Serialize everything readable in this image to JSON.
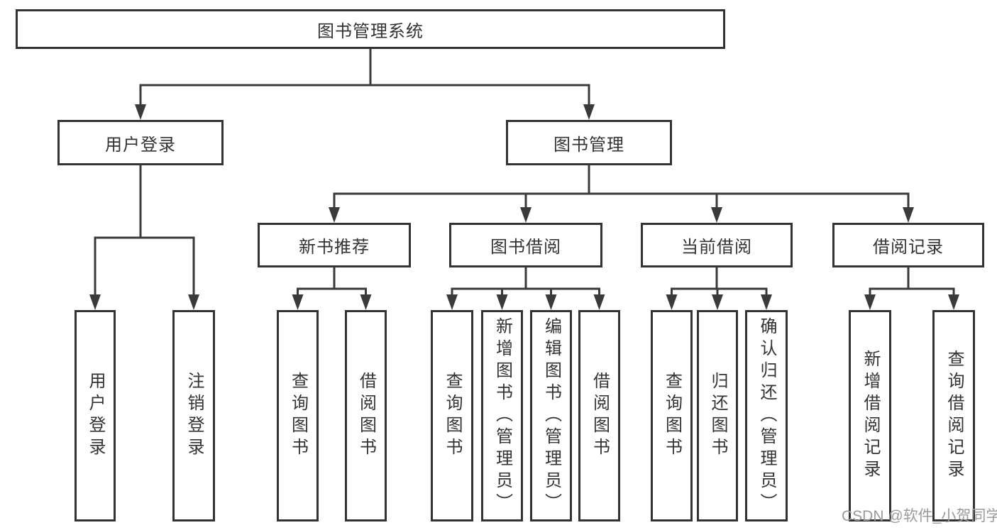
{
  "title": "图书管理系统",
  "level2": [
    {
      "label": "用户登录",
      "children": [
        "用户登录",
        "注销登录"
      ]
    },
    {
      "label": "图书管理"
    }
  ],
  "level3": [
    {
      "label": "新书推荐",
      "children": [
        "查询图书",
        "借阅图书"
      ]
    },
    {
      "label": "图书借阅",
      "children": [
        "查询图书",
        "新增图书（管理员）",
        "编辑图书（管理员）",
        "借阅图书"
      ]
    },
    {
      "label": "当前借阅",
      "children": [
        "查询图书",
        "归还图书",
        "确认归还（管理员）"
      ]
    },
    {
      "label": "借阅记录",
      "children": [
        "新增借阅记录",
        "查询借阅记录"
      ]
    }
  ],
  "watermark": "CSDN @软件_小贺同学",
  "colors": {
    "line": "#3a3a3a",
    "box_border": "#333333",
    "text": "#333333",
    "watermark": "#9b9b9b",
    "background": "#ffffff"
  }
}
